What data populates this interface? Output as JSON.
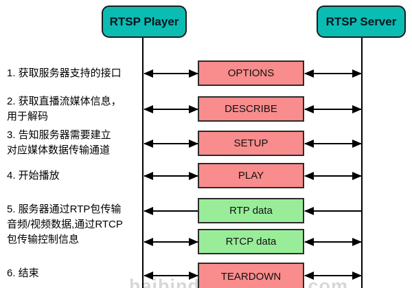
{
  "actors": {
    "player": "RTSP Player",
    "server": "RTSP Server"
  },
  "steps": [
    {
      "label": "OPTIONS",
      "kind": "request",
      "player_arrow": "bidirectional",
      "server_arrow": "bidirectional"
    },
    {
      "label": "DESCRIBE",
      "kind": "request",
      "player_arrow": "bidirectional",
      "server_arrow": "bidirectional"
    },
    {
      "label": "SETUP",
      "kind": "request",
      "player_arrow": "bidirectional",
      "server_arrow": "bidirectional"
    },
    {
      "label": "PLAY",
      "kind": "request",
      "player_arrow": "bidirectional",
      "server_arrow": "bidirectional"
    },
    {
      "label": "RTP data",
      "kind": "data",
      "player_arrow": "to-player",
      "server_arrow": "server-to-player"
    },
    {
      "label": "RTCP data",
      "kind": "data",
      "player_arrow": "bidirectional",
      "server_arrow": "bidirectional"
    },
    {
      "label": "TEARDOWN",
      "kind": "request",
      "player_arrow": "bidirectional",
      "server_arrow": "bidirectional"
    }
  ],
  "notes": [
    {
      "lines": [
        "1. 获取服务器支持的接口"
      ]
    },
    {
      "lines": [
        "2. 获取直播流媒体信息，",
        "用于解码"
      ]
    },
    {
      "lines": [
        "3. 告知服务器需要建立",
        "对应媒体数据传输通道"
      ]
    },
    {
      "lines": [
        "4. 开始播放"
      ]
    },
    {
      "lines": [
        "5. 服务器通过RTP包传输",
        "音频/视频数据,通过RTCP",
        "包传输控制信息"
      ]
    },
    {
      "lines": [
        "6. 结束"
      ]
    }
  ],
  "watermark": "haibindev.cnblogs.com",
  "colors": {
    "actor": "#0bbcb2",
    "request": "#f98c8c",
    "data": "#99ed99"
  }
}
